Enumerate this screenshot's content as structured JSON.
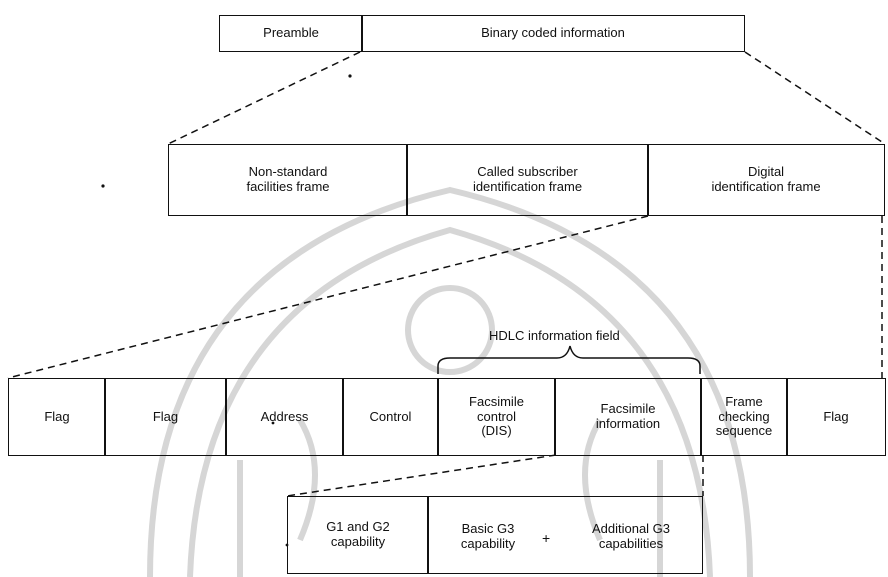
{
  "colors": {
    "ink": "#111111",
    "watermark": "#d6d6d6",
    "background": "#ffffff"
  },
  "level1": {
    "preamble": "Preamble",
    "binary": "Binary coded information"
  },
  "level2": {
    "nsf": "Non-standard\nfacilities frame",
    "csi": "Called subscriber\nidentification frame",
    "dis": "Digital\nidentification frame"
  },
  "level3": {
    "hdlc_label": "HDLC information field",
    "cells": {
      "flag1": "Flag",
      "flag2": "Flag",
      "address": "Address",
      "control": "Control",
      "fax_control": "Facsimile\ncontrol\n(DIS)",
      "fax_info": "Facsimile\ninformation",
      "fcs": "Frame\nchecking\nsequence",
      "flag3": "Flag"
    }
  },
  "level4": {
    "g1g2": "G1 and G2\ncapability",
    "basic_g3": "Basic G3\ncapability",
    "plus": "+",
    "additional_g3": "Additional G3\ncapabilities"
  }
}
